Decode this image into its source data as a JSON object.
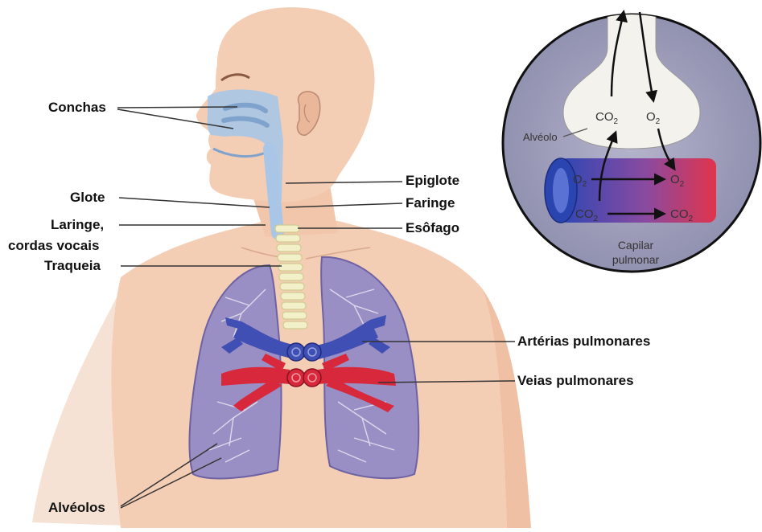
{
  "labels": {
    "conchas": "Conchas",
    "glote": "Glote",
    "laringe_line1": "Laringe,",
    "laringe_line2": "cordas vocais",
    "traqueia": "Traqueia",
    "alveolos": "Alvéolos",
    "epiglote": "Epiglote",
    "faringe": "Faringe",
    "esofago": "Esôfago",
    "arterias": "Artérias pulmonares",
    "veias": "Veias pulmonares"
  },
  "inset": {
    "alveolo": "Alvéolo",
    "co2_base": "CO",
    "o2_base": "O",
    "subscript": "2",
    "capilar_line1": "Capilar",
    "capilar_line2": "pulmonar"
  },
  "colors": {
    "skin": "#f4cdb5",
    "airway": "#a9c6e6",
    "lung": "#9a8fc4",
    "artery_blue": "#3f4fb3",
    "vein_red": "#d8283b",
    "trachea": "#f2f0c8",
    "inset_bg": "#9a9ab8"
  }
}
